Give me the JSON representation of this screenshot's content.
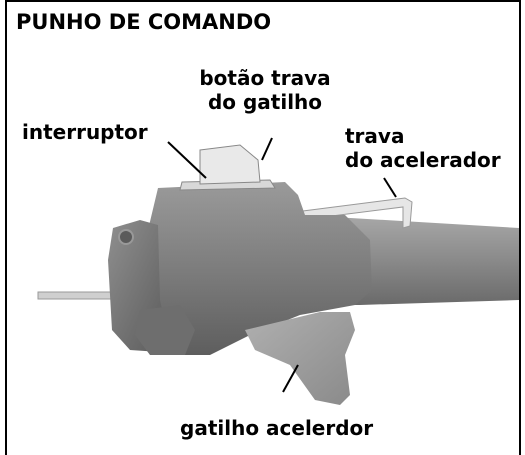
{
  "title": "PUNHO DE COMANDO",
  "labels": {
    "interruptor": "interruptor",
    "botao_trava_line1": "botão trava",
    "botao_trava_line2": "do gatilho",
    "trava_acelerador_line1": "trava",
    "trava_acelerador_line2": "do acelerador",
    "gatilho": "gatilho acelerdor"
  }
}
